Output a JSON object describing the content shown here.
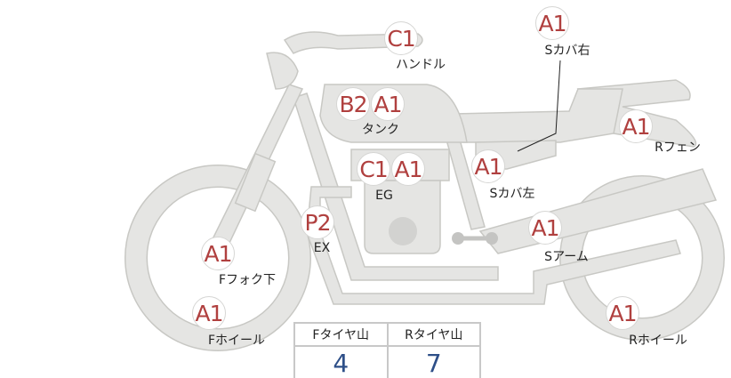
{
  "parts": [
    {
      "id": "handle",
      "grades": [
        "C1"
      ],
      "label": "ハンドル"
    },
    {
      "id": "side-cover-right",
      "grades": [
        "A1"
      ],
      "label": "Sカバ右"
    },
    {
      "id": "tank",
      "grades": [
        "B2",
        "A1"
      ],
      "label": "タンク"
    },
    {
      "id": "engine",
      "grades": [
        "C1",
        "A1"
      ],
      "label": "EG"
    },
    {
      "id": "side-cover-left",
      "grades": [
        "A1"
      ],
      "label": "Sカバ左"
    },
    {
      "id": "rear-fender",
      "grades": [
        "A1"
      ],
      "label": "Rフェン"
    },
    {
      "id": "exhaust",
      "grades": [
        "P2"
      ],
      "label": "EX"
    },
    {
      "id": "swing-arm",
      "grades": [
        "A1"
      ],
      "label": "Sアーム"
    },
    {
      "id": "front-fork-lower",
      "grades": [
        "A1"
      ],
      "label": "Fフォク下"
    },
    {
      "id": "front-wheel",
      "grades": [
        "A1"
      ],
      "label": "Fホイール"
    },
    {
      "id": "rear-wheel",
      "grades": [
        "A1"
      ],
      "label": "Rホイール"
    }
  ],
  "tyre_table": {
    "headers": [
      "Fタイヤ山",
      "Rタイヤ山"
    ],
    "values": [
      "4",
      "7"
    ]
  },
  "colors": {
    "grade": "#b0403f",
    "value": "#2e4f88",
    "body": "#e5e5e3",
    "outline": "#c8c8c4"
  }
}
